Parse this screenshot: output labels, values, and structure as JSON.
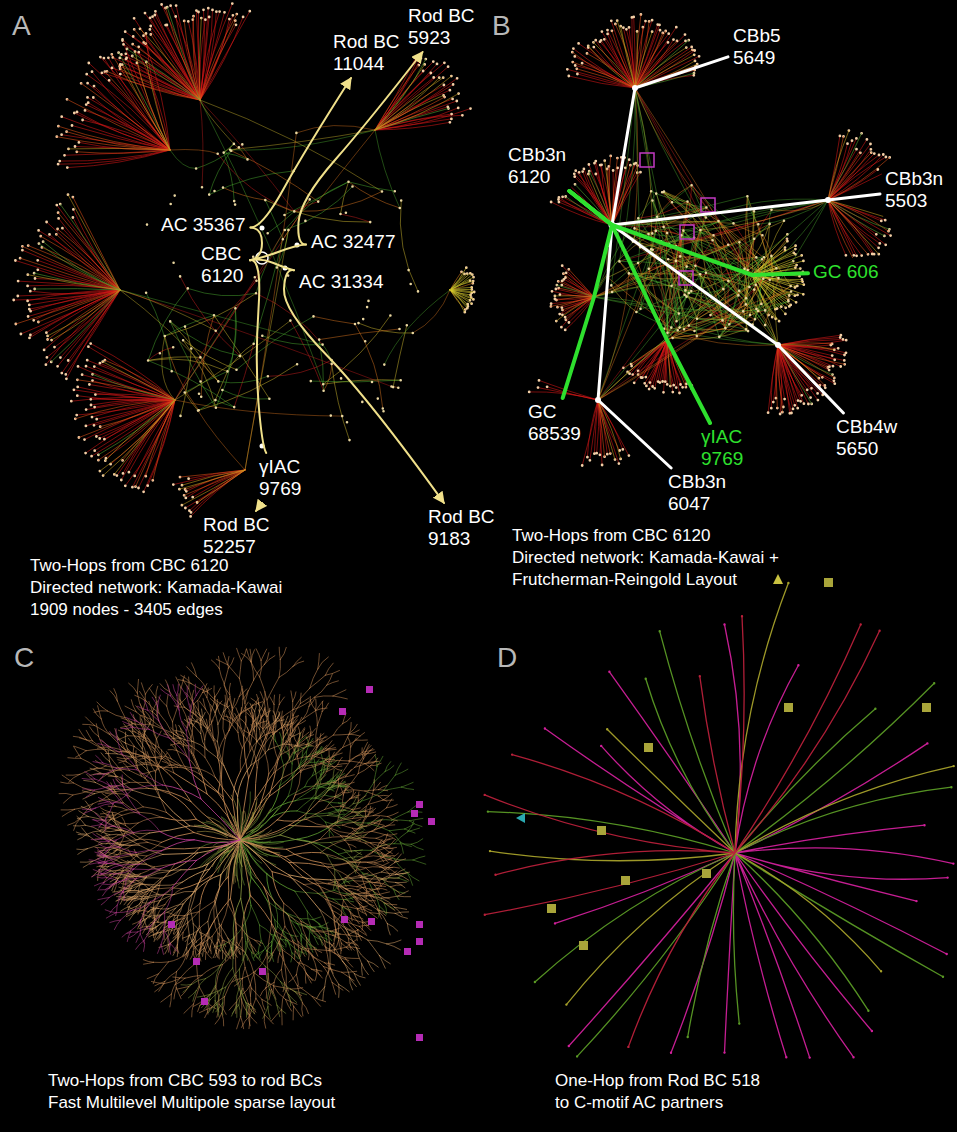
{
  "diagram": {
    "nodes": [
      {
        "text": [
          "CBC 6120"
        ]
      },
      {
        "text": [
          "AC 35367"
        ]
      },
      {
        "text": [
          "AC 32477"
        ]
      },
      {
        "text": [
          "AC 31334"
        ]
      },
      {
        "text": [
          "γIAC 9769"
        ]
      },
      {
        "text": [
          "Rod BC 11044"
        ]
      },
      {
        "text": [
          "Rod BC 5923"
        ]
      },
      {
        "text": [
          "Rod BC 52257"
        ]
      },
      {
        "text": [
          "Rod BC 9183"
        ]
      },
      {
        "text": [
          "CBb5 5649"
        ]
      },
      {
        "text": [
          "CBb3n 6120"
        ]
      },
      {
        "text": [
          "CBb3n 5503"
        ]
      },
      {
        "text": [
          "GC 606"
        ]
      },
      {
        "text": [
          "GC 68539"
        ]
      },
      {
        "text": [
          "γIAC 9769"
        ]
      },
      {
        "text": [
          "CBb4w 5650"
        ]
      },
      {
        "text": [
          "CBb3n 6047"
        ]
      }
    ],
    "edges": [
      {
        "from": 0,
        "to": 1,
        "arrow": "none"
      },
      {
        "from": 0,
        "to": 2,
        "arrow": "none"
      },
      {
        "from": 0,
        "to": 3,
        "arrow": "none"
      },
      {
        "from": 0,
        "to": 4,
        "arrow": "none"
      },
      {
        "from": 1,
        "to": 5,
        "arrow": "to"
      },
      {
        "from": 2,
        "to": 6,
        "arrow": "to"
      },
      {
        "from": 3,
        "to": 8,
        "arrow": "to"
      },
      {
        "from": 4,
        "to": 7,
        "arrow": "to"
      },
      {
        "from": 10,
        "to": 9,
        "arrow": "none"
      },
      {
        "from": 10,
        "to": 11,
        "arrow": "none"
      },
      {
        "from": 10,
        "to": 15,
        "arrow": "none"
      },
      {
        "from": 10,
        "to": 16,
        "arrow": "none"
      },
      {
        "from": 10,
        "to": 12,
        "arrow": "none"
      },
      {
        "from": 10,
        "to": 13,
        "arrow": "none"
      },
      {
        "from": 10,
        "to": 14,
        "arrow": "none"
      }
    ],
    "labels": [
      "A",
      "Two-Hops from CBC 6120",
      "Directed network: Kamada-Kawai",
      "1909 nodes - 3405 edges",
      "B",
      "Two-Hops from CBC 6120",
      "Directed network: Kamada-Kawai +",
      "Frutcherman-Reingold Layout",
      "C",
      "Two-Hops from CBC 593 to rod BCs",
      "Fast Multilevel Multipole sparse layout",
      "D",
      "One-Hop from Rod BC 518",
      "to C-motif AC partners"
    ]
  }
}
